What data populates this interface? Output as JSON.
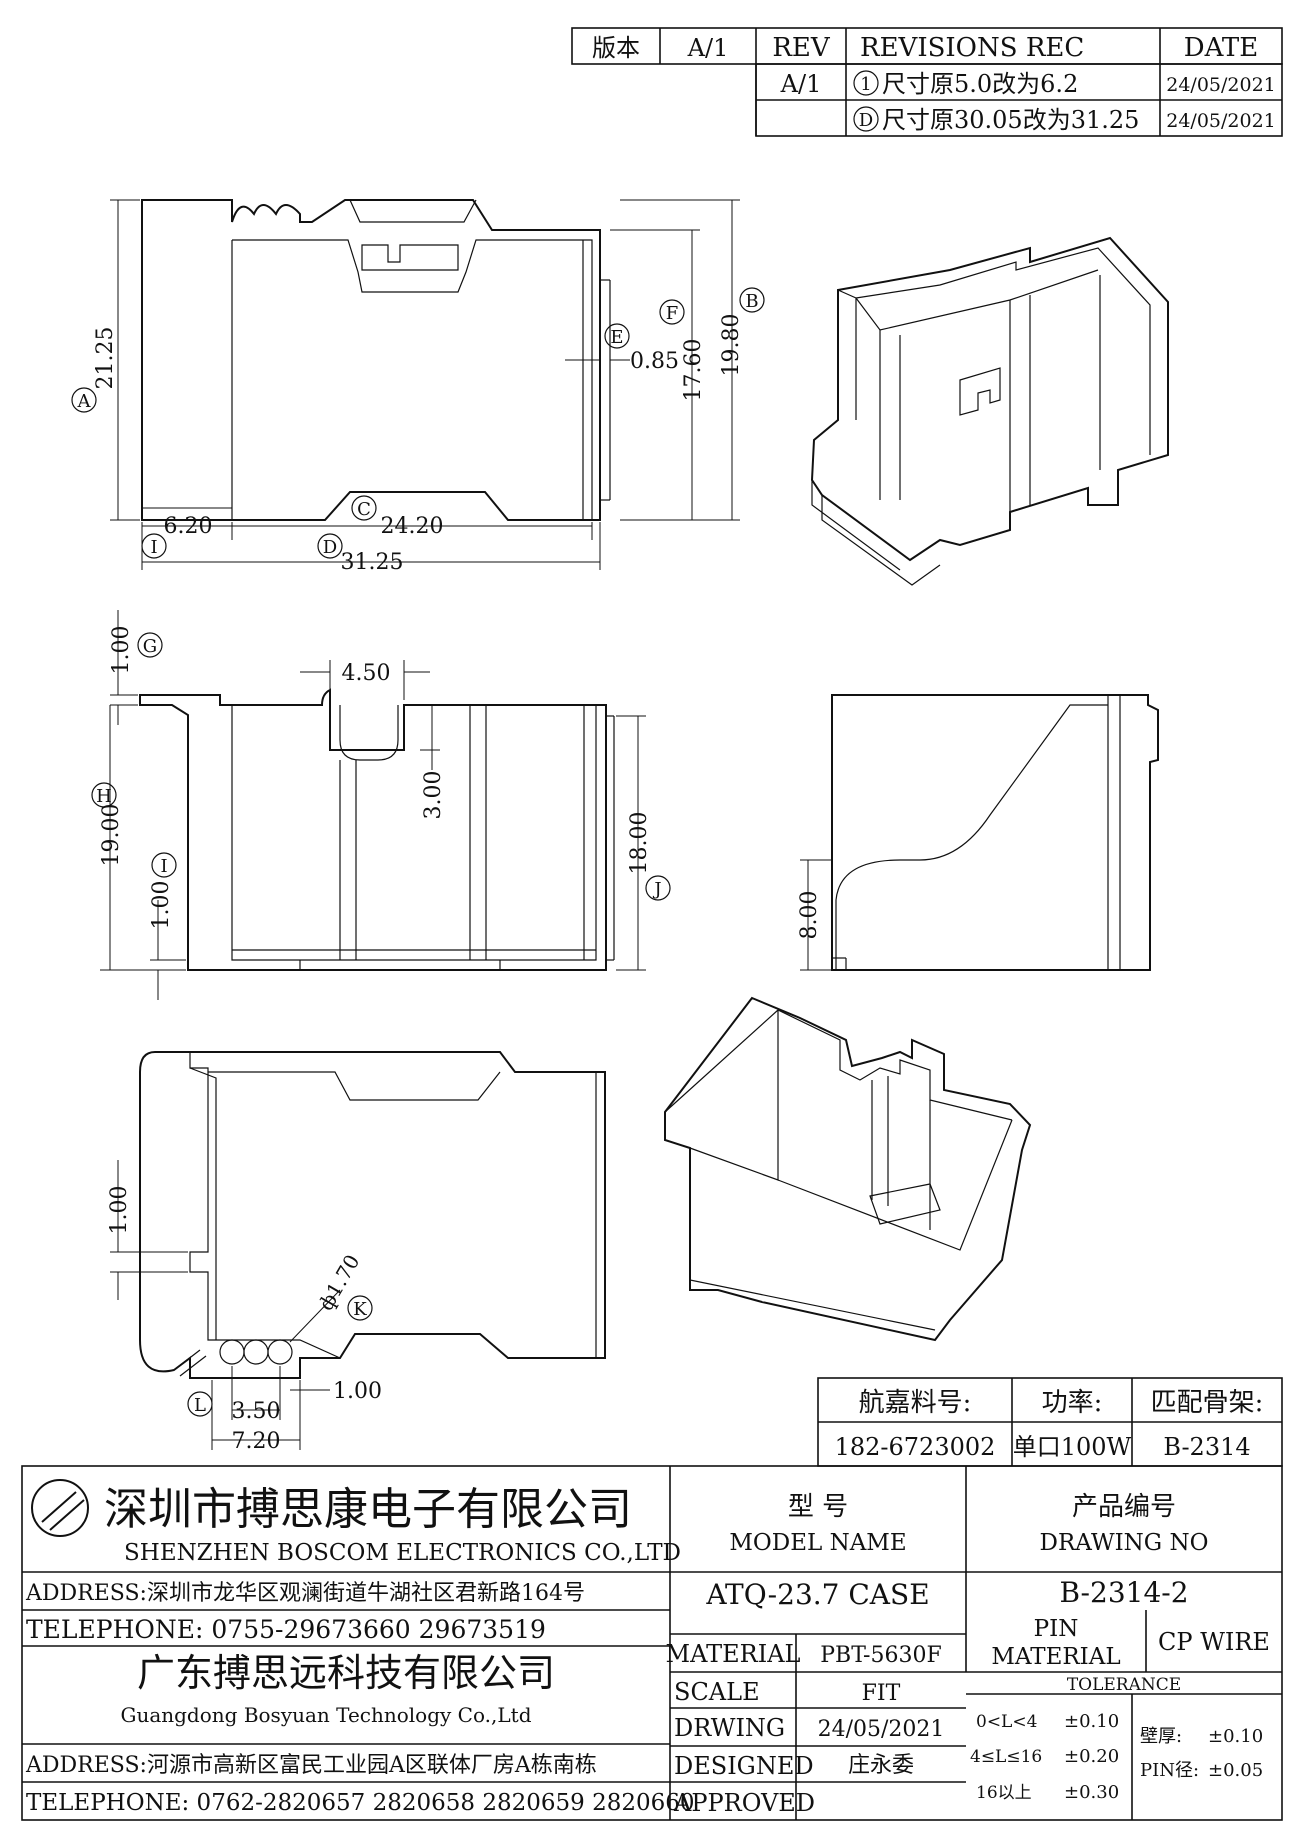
{
  "revision_table": {
    "header": {
      "version_label": "版本",
      "version_value": "A/1",
      "rev_label": "REV",
      "rec_label": "REVISIONS REC",
      "date_label": "DATE"
    },
    "rows": [
      {
        "rev": "A/1",
        "mark": "1",
        "text": "尺寸原5.0改为6.2",
        "date": "24/05/2021"
      },
      {
        "rev": "",
        "mark": "D",
        "text": "尺寸原30.05改为31.25",
        "date": "24/05/2021"
      }
    ]
  },
  "dimensions": {
    "top_view": {
      "A": "21.25",
      "B": "19.80",
      "F": "17.60",
      "E": "0.85",
      "c_val": "24.20",
      "i_val": "6.20",
      "d_val": "31.25",
      "labels": {
        "A": "A",
        "B": "B",
        "C": "C",
        "D": "D",
        "E": "E",
        "F": "F",
        "I": "I"
      }
    },
    "front_view": {
      "g_val": "1.00",
      "slot_width": "4.50",
      "slot_depth": "3.00",
      "h_val": "19.00",
      "i_val": "1.00",
      "j_val": "18.00",
      "labels": {
        "G": "G",
        "H": "H",
        "I": "I",
        "J": "J"
      }
    },
    "side_view": {
      "height": "8.00"
    },
    "bottom_view": {
      "v1": "1.00",
      "k_val": "ф1.70",
      "pitch": "3.50",
      "width": "7.20",
      "gap": "1.00",
      "labels": {
        "K": "K",
        "L": "L"
      }
    }
  },
  "spec_table": {
    "part_label": "航嘉料号:",
    "power_label": "功率:",
    "bobbin_label": "匹配骨架:",
    "part_value": "182-6723002",
    "power_value": "单口100W",
    "bobbin_value": "B-2314"
  },
  "title_block": {
    "company1_cn": "深圳市搏思康电子有限公司",
    "company1_en": "SHENZHEN BOSCOM ELECTRONICS CO.,LTD",
    "address1": "ADDRESS:深圳市龙华区观澜街道牛湖社区君新路164号",
    "telephone1": "TELEPHONE: 0755-29673660 29673519",
    "company2_cn": "广东搏思远科技有限公司",
    "company2_en": "Guangdong Bosyuan Technology Co.,Ltd",
    "address2": "ADDRESS:河源市高新区富民工业园A区联体厂房A栋南栋",
    "telephone2": "TELEPHONE: 0762-2820657 2820658 2820659 2820660",
    "model_cn": "型 号",
    "model_en": "MODEL NAME",
    "model_value": "ATQ-23.7 CASE",
    "drawing_cn": "产品编号",
    "drawing_en": "DRAWING NO",
    "drawing_value": "B-2314-2",
    "material_label": "MATERIAL",
    "material_value": "PBT-5630F",
    "scale_label": "SCALE",
    "scale_value": "FIT",
    "drwing_label": "DRWING",
    "drwing_value": "24/05/2021",
    "designed_label": "DESIGNED",
    "designed_value": "庄永委",
    "approved_label": "APPROVED",
    "approved_value": "",
    "pin_label1": "PIN",
    "pin_label2": "MATERIAL",
    "pin_value": "CP WIRE",
    "tolerance_label": "TOLERANCE",
    "tol_rows": [
      {
        "range": "0<L<4",
        "tol": "±0.10"
      },
      {
        "range": "4≤L≤16",
        "tol": "±0.20"
      },
      {
        "range": "16以上",
        "tol": "±0.30"
      }
    ],
    "wall_label": "壁厚:",
    "wall_tol": "±0.10",
    "pin_dia_label": "PIN径:",
    "pin_dia_tol": "±0.05"
  }
}
